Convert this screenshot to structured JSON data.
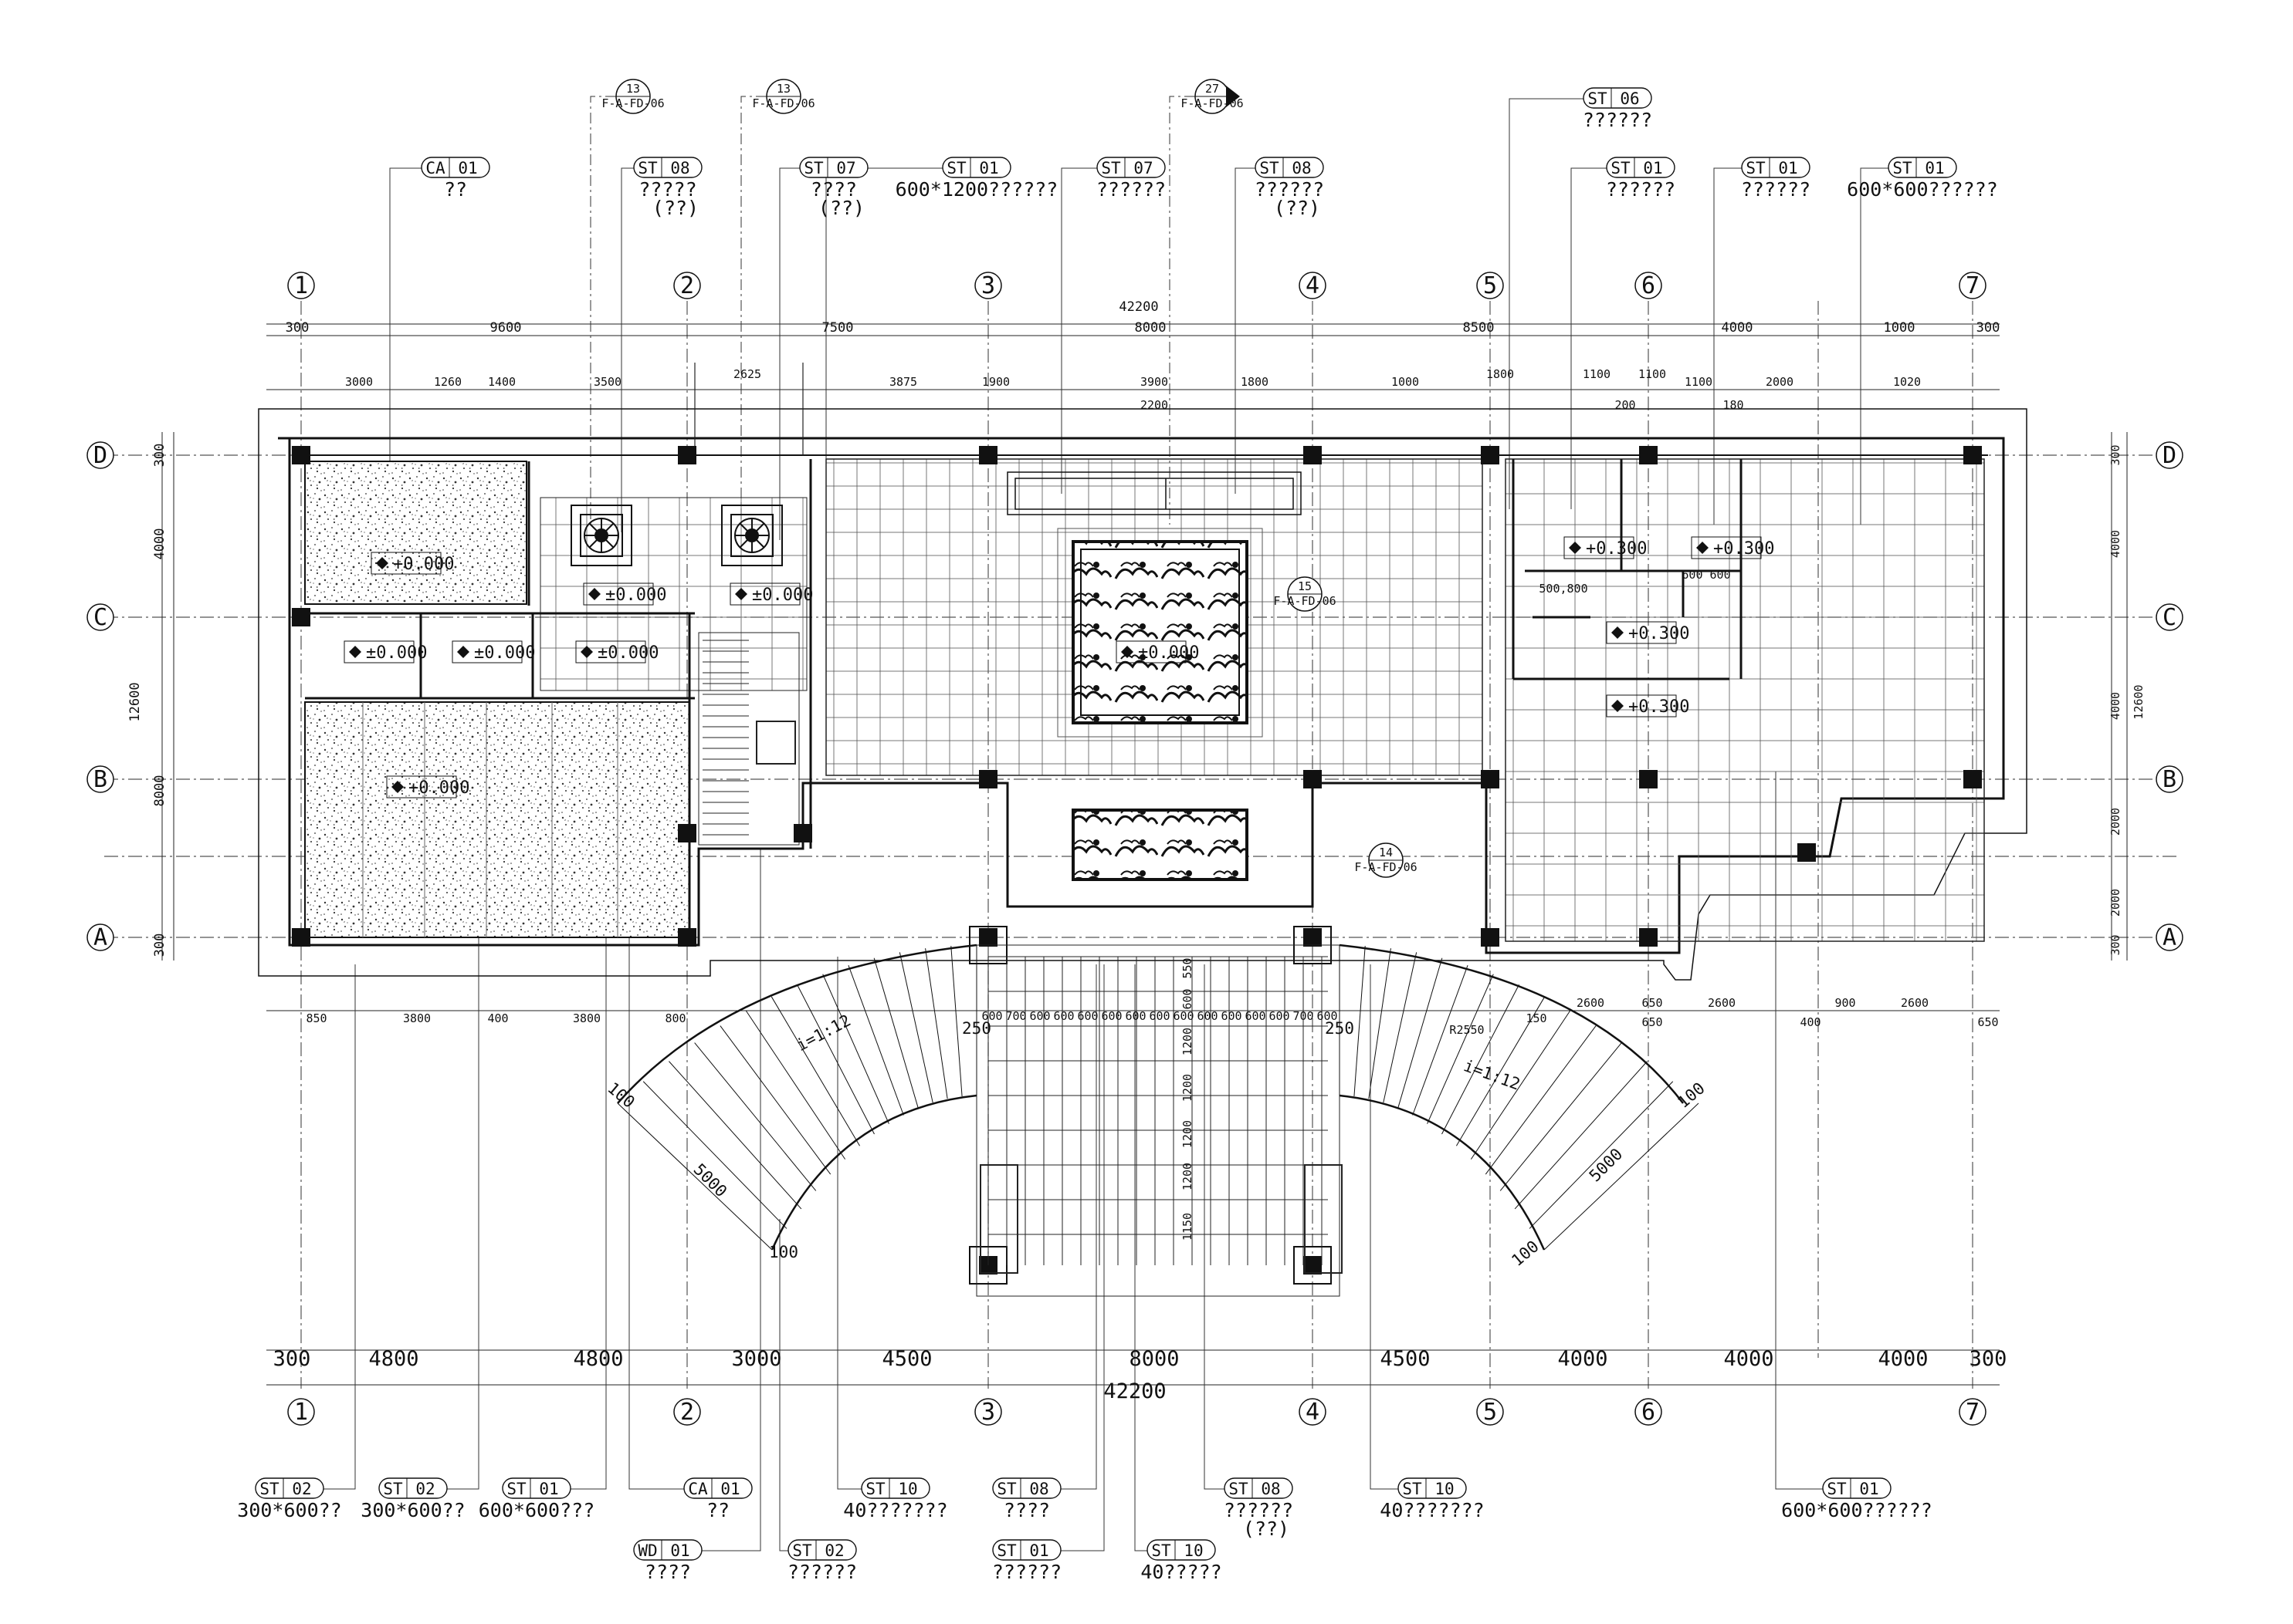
{
  "drawing": {
    "top_callouts": [
      {
        "code": "CA",
        "num": "01",
        "note": "??"
      },
      {
        "code": "ST",
        "num": "08",
        "note": "?????",
        "note2": "(??)"
      },
      {
        "code": "ST",
        "num": "07",
        "note": "????",
        "note2": "(??)"
      },
      {
        "code": "ST",
        "num": "01",
        "note": "600*1200??????"
      },
      {
        "code": "ST",
        "num": "07",
        "note": "??????"
      },
      {
        "code": "ST",
        "num": "08",
        "note": "??????",
        "note2": "(??)"
      },
      {
        "code": "ST",
        "num": "06",
        "note": "??????"
      },
      {
        "code": "ST",
        "num": "01",
        "note": "??????"
      },
      {
        "code": "ST",
        "num": "01",
        "note": "??????"
      },
      {
        "code": "ST",
        "num": "01",
        "note": "600*600??????"
      }
    ],
    "bottom_callouts": [
      {
        "code": "ST",
        "num": "02",
        "note": "300*600??"
      },
      {
        "code": "ST",
        "num": "02",
        "note": "300*600??"
      },
      {
        "code": "ST",
        "num": "01",
        "note": "600*600???"
      },
      {
        "code": "CA",
        "num": "01",
        "note": "??"
      },
      {
        "code": "ST",
        "num": "10",
        "note": "40???????"
      },
      {
        "code": "ST",
        "num": "08",
        "note": "????"
      },
      {
        "code": "ST",
        "num": "08",
        "note": "??????",
        "note2": "(??)"
      },
      {
        "code": "ST",
        "num": "10",
        "note": "40???????"
      },
      {
        "code": "ST",
        "num": "01",
        "note": "600*600??????"
      },
      {
        "code": "WD",
        "num": "01",
        "note": "????"
      },
      {
        "code": "ST",
        "num": "02",
        "note": "??????"
      },
      {
        "code": "ST",
        "num": "01",
        "note": "??????"
      },
      {
        "code": "ST",
        "num": "10",
        "note": "40?????"
      }
    ],
    "section_markers": [
      {
        "top": "13",
        "bottom": "F-A-FD-06"
      },
      {
        "top": "13",
        "bottom": "F-A-FD-06"
      },
      {
        "top": "27",
        "bottom": "F-A-FD-06"
      },
      {
        "top": "15",
        "bottom": "F-A-FD-06"
      },
      {
        "top": "14",
        "bottom": "F-A-FD-06"
      }
    ],
    "axes_vertical": [
      "1",
      "2",
      "3",
      "4",
      "5",
      "6",
      "7"
    ],
    "axes_horizontal": [
      "D",
      "C",
      "B",
      "A"
    ],
    "dims_top_total": "42200",
    "dims_top_row1": [
      "300",
      "9600",
      "7500",
      "8000",
      "8500",
      "4000",
      "1000",
      "300"
    ],
    "dims_top_row2": [
      "3000",
      "1260",
      "1400",
      "3500",
      "2625",
      "3875",
      "1900",
      "2200",
      "3900",
      "1800",
      "1000",
      "1800",
      "1100",
      "200",
      "1100",
      "1100",
      "180",
      "2000",
      "1020"
    ],
    "dims_bottom": [
      "300",
      "4800",
      "4800",
      "3000",
      "4500",
      "8000",
      "4500",
      "4000",
      "4000",
      "4000",
      "300"
    ],
    "dims_bottom_total": "42200",
    "dims_left": [
      "300",
      "4000",
      "8000",
      "300"
    ],
    "dims_left_total": "12600",
    "dims_right": [
      "300",
      "4000",
      "4000",
      "2000",
      "2000",
      "300"
    ],
    "dims_right_total": "12600",
    "dims_mid": [
      "850",
      "3800",
      "400",
      "3800",
      "800"
    ],
    "dims_mid_right": [
      "2600",
      "650",
      "650",
      "2600",
      "400",
      "900",
      "2600",
      "650"
    ],
    "stair_widths": [
      "600",
      "700",
      "600",
      "600",
      "600",
      "600",
      "600",
      "600",
      "600",
      "600",
      "600",
      "600",
      "600",
      "700",
      "600"
    ],
    "stair_depths": [
      "550",
      "600",
      "1200",
      "1200",
      "1200",
      "1200",
      "1150"
    ],
    "ramp_labels": [
      "i=1:12",
      "i=1:12",
      "5000",
      "5000",
      "100",
      "100",
      "100",
      "100",
      "250",
      "250"
    ],
    "levels": [
      "+0.000",
      "+0.000",
      "±0.000",
      "±0.000",
      "±0.000",
      "±0.000",
      "±0.000",
      "±0.000",
      "+0.300",
      "+0.300",
      "+0.300",
      "+0.300"
    ],
    "small_notes": [
      "500,800",
      "600 600",
      "150",
      "R2550"
    ]
  }
}
